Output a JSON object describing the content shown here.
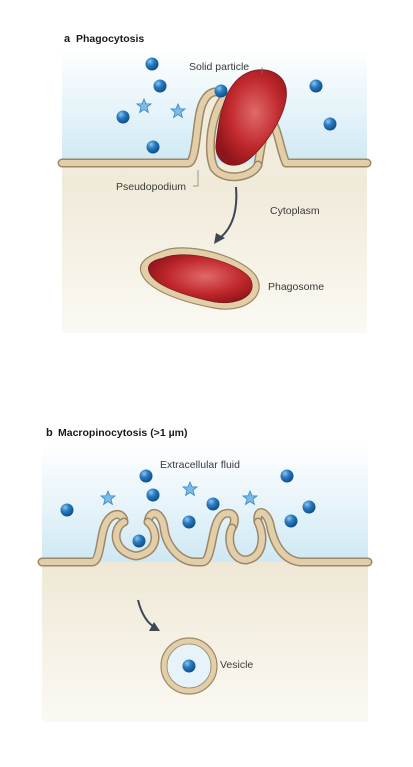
{
  "panel_a": {
    "letter": "a",
    "title": "Phagocytosis",
    "labels": {
      "solid_particle": "Solid particle",
      "pseudopodium": "Pseudopodium",
      "cytoplasm": "Cytoplasm",
      "phagosome": "Phagosome"
    }
  },
  "panel_b": {
    "letter": "b",
    "title": "Macropinocytosis (>1 µm)",
    "labels": {
      "extracellular_fluid": "Extracellular fluid",
      "vesicle": "Vesicle"
    }
  },
  "colors": {
    "extracellular": "#d9eef7",
    "cytoplasm": "#f4efe2",
    "membrane": "#d8c4a0",
    "membrane_edge": "#9c8766",
    "particle": "#c0282d",
    "molecule": "#2a7bc0",
    "star": "#6aaedc"
  },
  "icons": {
    "molecule": "blue-sphere-icon",
    "star": "star-molecule-icon",
    "arrow": "curved-arrow-icon"
  }
}
